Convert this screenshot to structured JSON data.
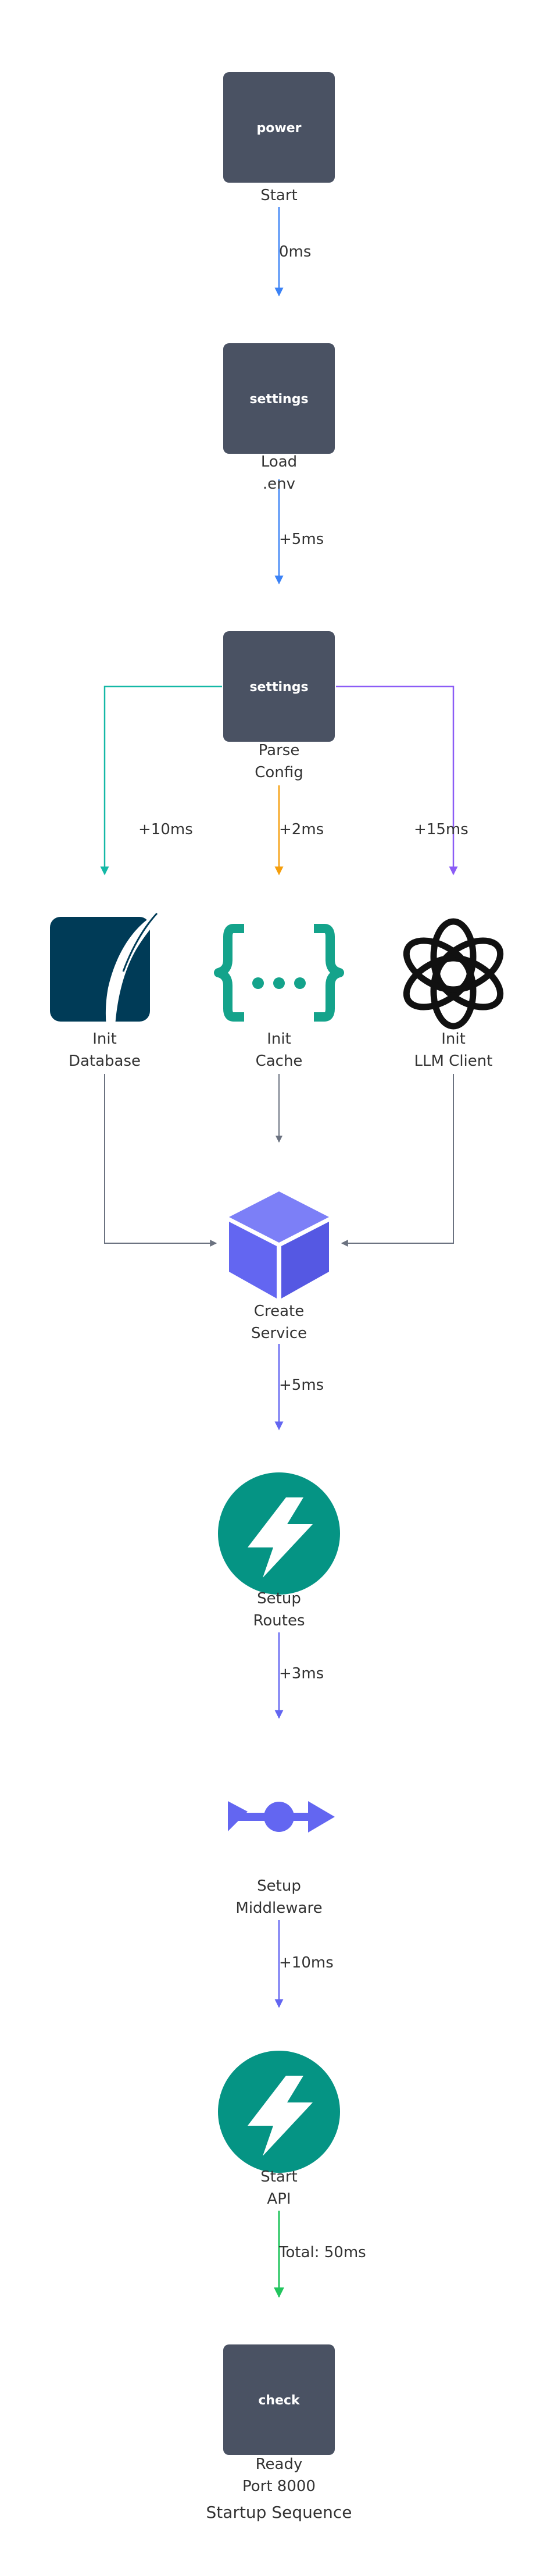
{
  "title": "Startup Sequence",
  "colors": {
    "box": "#4a5263",
    "blue": "#3b82f6",
    "teal": "#14b8a6",
    "amber": "#f59e0b",
    "purple": "#8b5cf6",
    "gray": "#6b7280",
    "indigo": "#6366f1",
    "green": "#22c55e",
    "sqlite": "#003b57",
    "cache": "#14a38b",
    "fastapi": "#059484"
  },
  "nodes": {
    "start": {
      "icon": "power",
      "label1": "Start",
      "label2": ""
    },
    "load_env": {
      "icon": "settings",
      "label1": "Load",
      "label2": ".env"
    },
    "parse_config": {
      "icon": "settings",
      "label1": "Parse",
      "label2": "Config"
    },
    "init_db": {
      "icon": "sqlite-icon",
      "label1": "Init",
      "label2": "Database"
    },
    "init_cache": {
      "icon": "braces-icon",
      "label1": "Init",
      "label2": "Cache"
    },
    "init_llm": {
      "icon": "openai-icon",
      "label1": "Init",
      "label2": "LLM Client"
    },
    "create_service": {
      "icon": "cube-icon",
      "label1": "Create",
      "label2": "Service"
    },
    "setup_routes": {
      "icon": "fastapi-icon",
      "label1": "Setup",
      "label2": "Routes"
    },
    "setup_middleware": {
      "icon": "middleware-icon",
      "label1": "Setup",
      "label2": "Middleware"
    },
    "start_api": {
      "icon": "fastapi-icon",
      "label1": "Start",
      "label2": "API"
    },
    "ready": {
      "icon": "check",
      "label1": "Ready",
      "label2": "Port 8000"
    }
  },
  "edges": {
    "start_to_load": "0ms",
    "load_to_parse": "+5ms",
    "parse_to_db": "+10ms",
    "parse_to_cache": "+2ms",
    "parse_to_llm": "+15ms",
    "service_to_routes": "+5ms",
    "routes_to_middleware": "+3ms",
    "middleware_to_api": "+10ms",
    "api_to_ready": "Total: 50ms"
  }
}
